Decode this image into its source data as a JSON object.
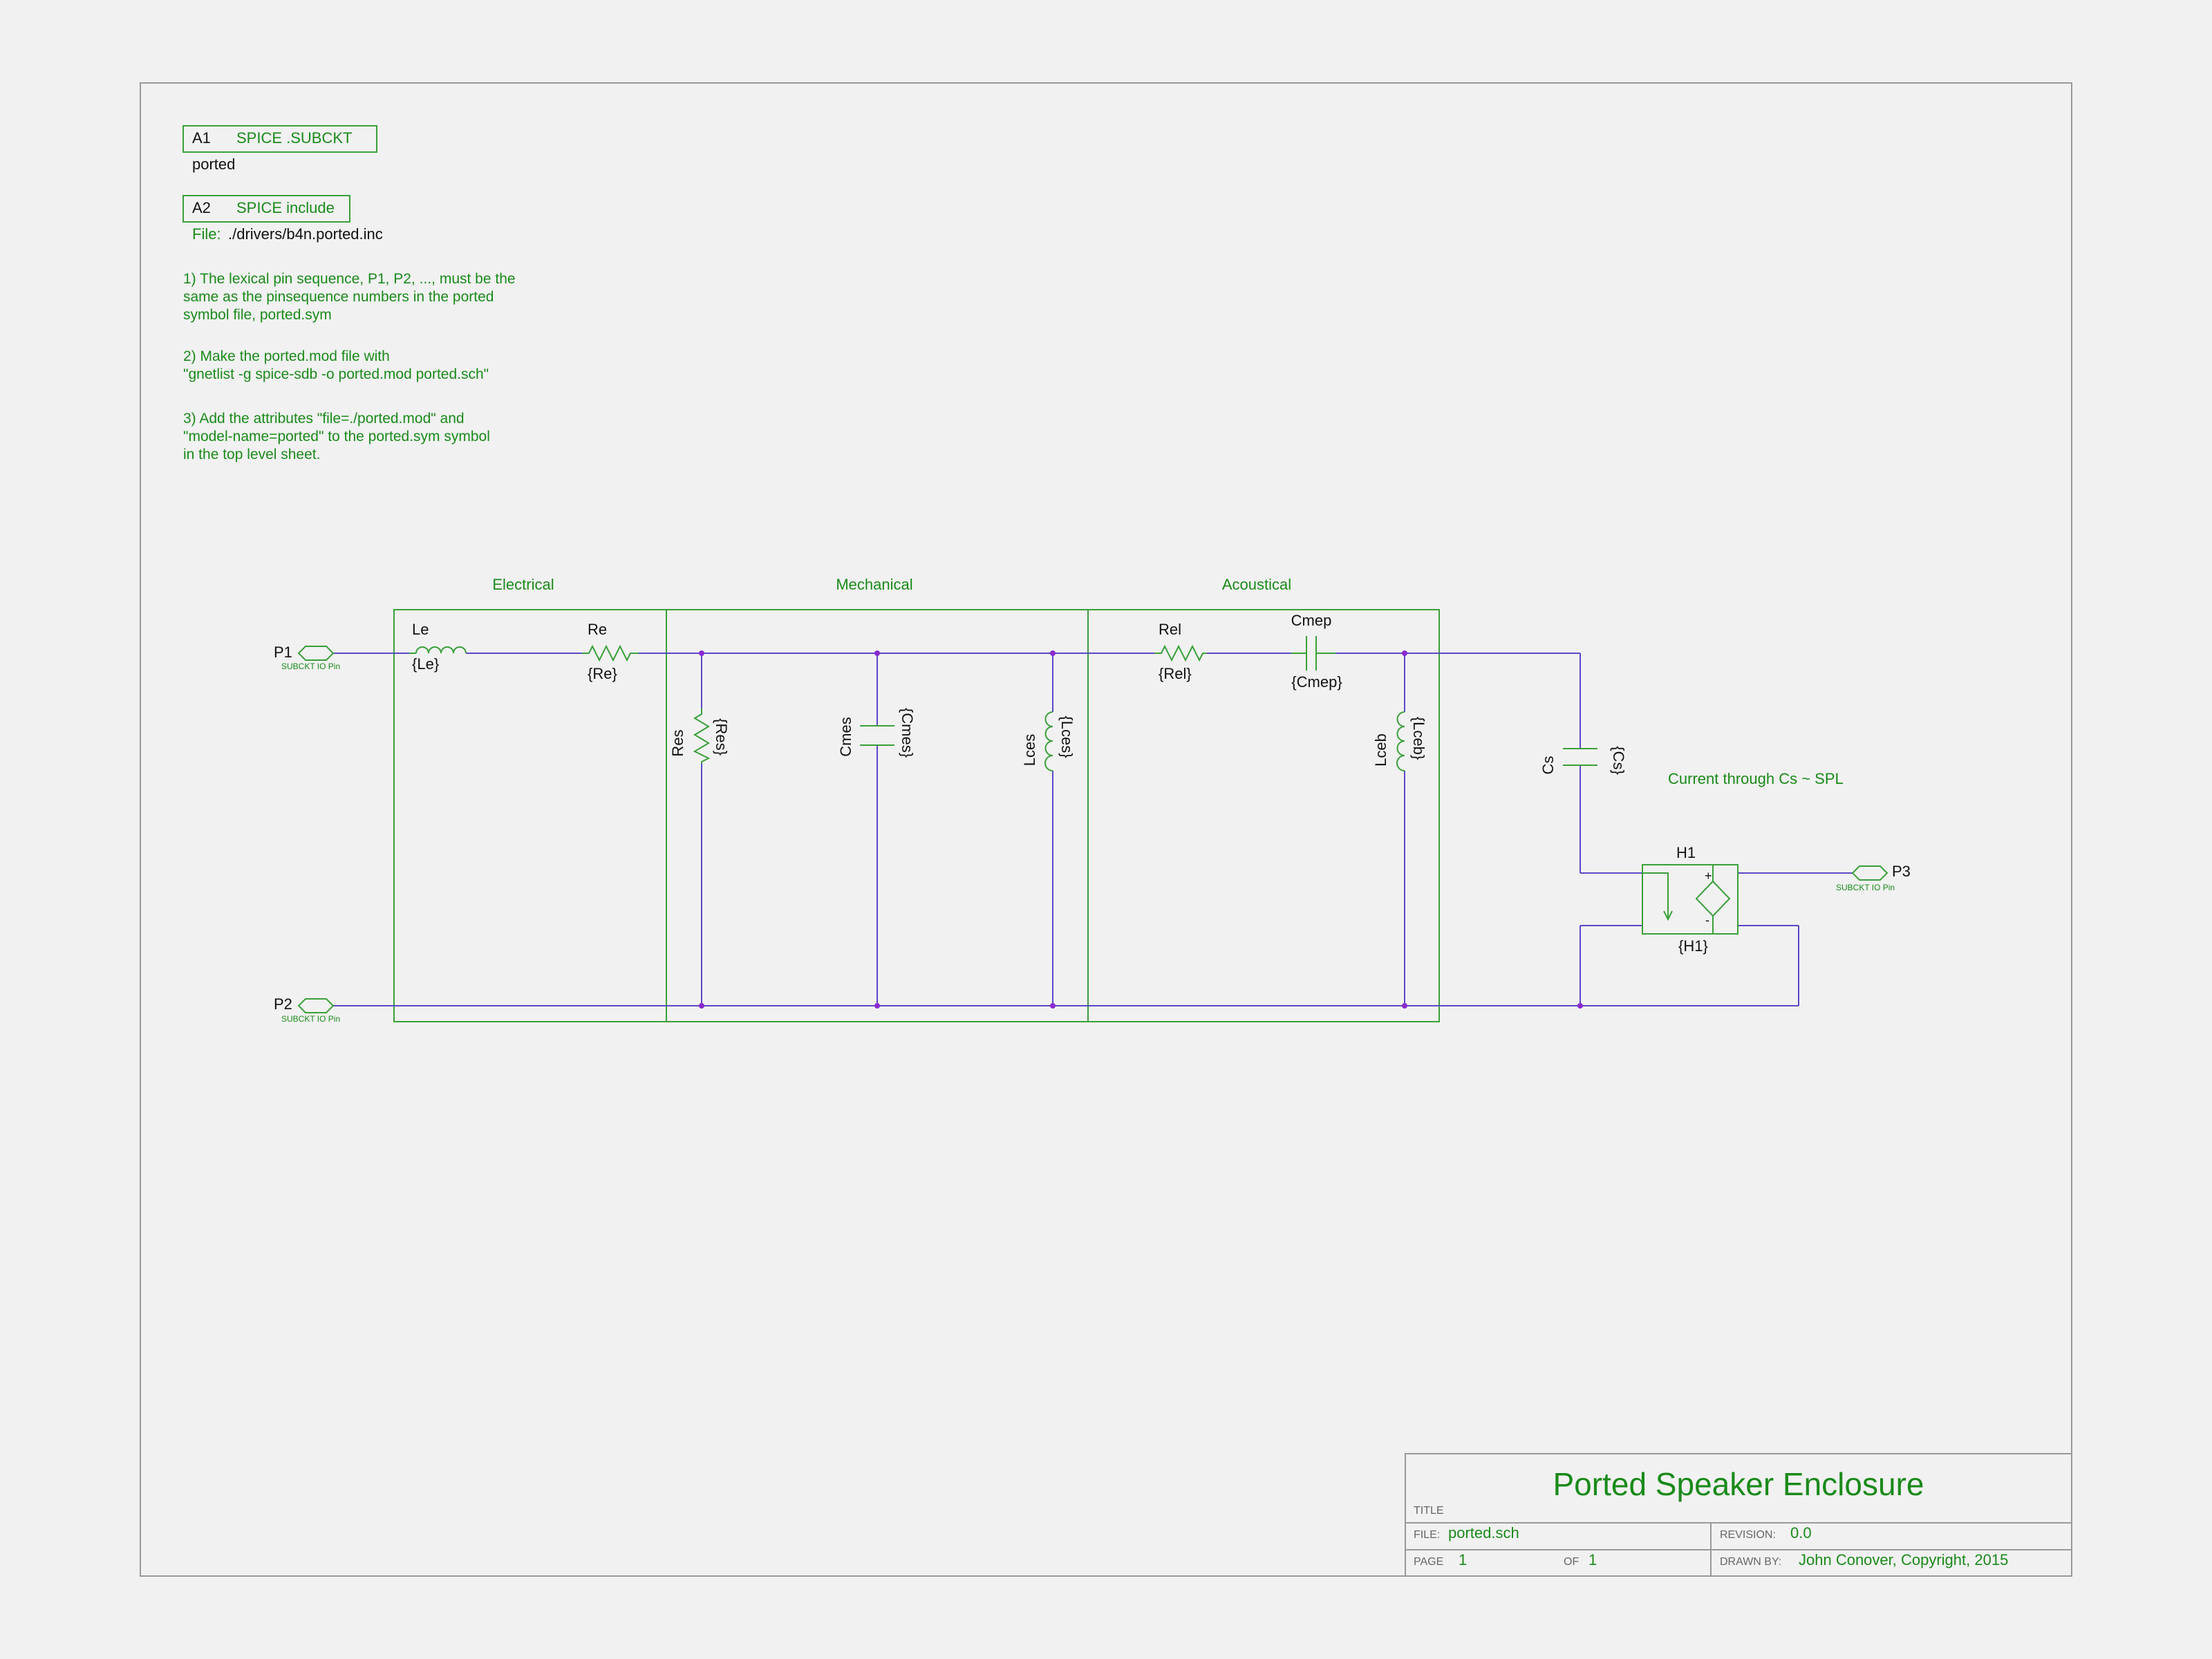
{
  "attributes": {
    "a1": {
      "ref": "A1",
      "label": "SPICE .SUBCKT",
      "value": "ported"
    },
    "a2": {
      "ref": "A2",
      "label": "SPICE include",
      "file_label": "File:",
      "file_value": "./drivers/b4n.ported.inc"
    }
  },
  "notes": [
    [
      "1) The lexical pin sequence, P1, P2, ..., must be the",
      "same as the pinsequence numbers in the ported",
      "symbol file, ported.sym"
    ],
    [
      "2) Make the ported.mod file with",
      "\"gnetlist -g spice-sdb  -o ported.mod ported.sch\""
    ],
    [
      "3) Add the attributes \"file=./ported.mod\" and",
      "\"model-name=ported\" to the ported.sym symbol",
      "in the top level sheet."
    ]
  ],
  "sections": {
    "electrical": "Electrical",
    "mechanical": "Mechanical",
    "acoustical": "Acoustical"
  },
  "pins": {
    "p1": {
      "name": "P1",
      "type": "SUBCKT IO Pin"
    },
    "p2": {
      "name": "P2",
      "type": "SUBCKT IO Pin"
    },
    "p3": {
      "name": "P3",
      "type": "SUBCKT IO Pin"
    }
  },
  "components": {
    "le": {
      "ref": "Le",
      "value": "{Le}"
    },
    "re": {
      "ref": "Re",
      "value": "{Re}"
    },
    "res": {
      "ref": "Res",
      "value": "{Res}"
    },
    "cmes": {
      "ref": "Cmes",
      "value": "{Cmes}"
    },
    "lces": {
      "ref": "Lces",
      "value": "{Lces}"
    },
    "rel": {
      "ref": "Rel",
      "value": "{Rel}"
    },
    "cmep": {
      "ref": "Cmep",
      "value": "{Cmep}"
    },
    "lceb": {
      "ref": "Lceb",
      "value": "{Lceb}"
    },
    "cs": {
      "ref": "Cs",
      "value": "{Cs}"
    },
    "h1": {
      "ref": "H1",
      "value": "{H1}",
      "plus": "+",
      "minus": "-"
    }
  },
  "annotation": "Current through Cs ~ SPL",
  "title_block": {
    "title": "Ported Speaker Enclosure",
    "title_label": "TITLE",
    "file_label": "FILE:",
    "file": "ported.sch",
    "revision_label": "REVISION:",
    "revision": "0.0",
    "page_label": "PAGE",
    "page": "1",
    "of_label": "OF",
    "of": "1",
    "drawn_label": "DRAWN BY:",
    "drawn_by": "John Conover, Copyright, 2015"
  }
}
